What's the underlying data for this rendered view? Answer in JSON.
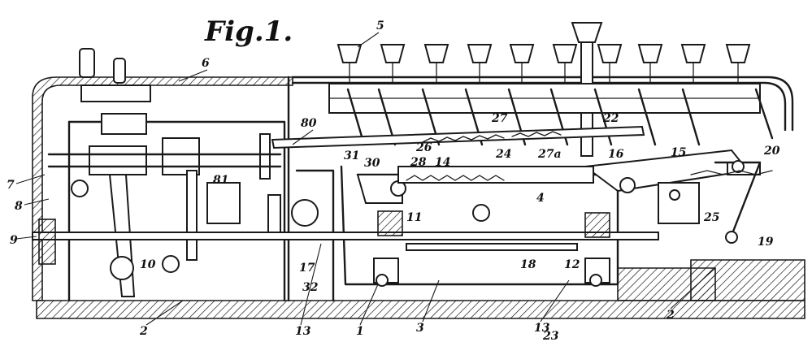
{
  "figure": {
    "title": "Fig.1.",
    "reference_numerals": [
      "5",
      "6",
      "80",
      "27",
      "22",
      "31",
      "30",
      "26",
      "28",
      "14",
      "24",
      "27a",
      "16",
      "15",
      "20",
      "81",
      "4",
      "7",
      "8",
      "11",
      "25",
      "9",
      "19",
      "10",
      "17",
      "18",
      "12",
      "32",
      "3",
      "2",
      "13",
      "1",
      "13",
      "23",
      "2"
    ]
  },
  "colors": {
    "ink": "#1a1a1a",
    "paper": "#ffffff"
  }
}
